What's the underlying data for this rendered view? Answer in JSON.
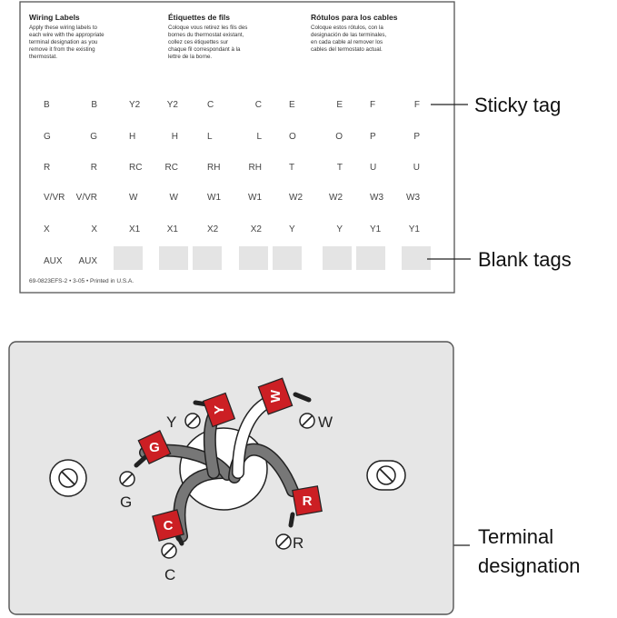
{
  "label_card": {
    "columns": [
      {
        "heading": "Wiring Labels",
        "body": [
          "Apply these wiring labels to",
          "each wire with the appropriate",
          "terminal designation as you",
          "remove it from the existing",
          "thermostat."
        ]
      },
      {
        "heading": "Étiquettes de fils",
        "body": [
          "Coloque vous retirez les fils des",
          "bornes du thermostat existant,",
          "collez ces étiquettes sur",
          "chaque fil correspondant à la",
          "lettre de la borne."
        ]
      },
      {
        "heading": "Rótulos para los cables",
        "body": [
          "Coloque estos rótulos, con la",
          "designación de las terminales,",
          "en cada cable al remover los",
          "cables del termostato actual."
        ]
      }
    ],
    "tag_rows": [
      [
        "B",
        "B",
        "Y2",
        "Y2",
        "C",
        "C",
        "E",
        "E",
        "F",
        "F"
      ],
      [
        "G",
        "G",
        "H",
        "H",
        "L",
        "L",
        "O",
        "O",
        "P",
        "P"
      ],
      [
        "R",
        "R",
        "RC",
        "RC",
        "RH",
        "RH",
        "T",
        "T",
        "U",
        "U"
      ],
      [
        "V/VR",
        "V/VR",
        "W",
        "W",
        "W1",
        "W1",
        "W2",
        "W2",
        "W3",
        "W3"
      ],
      [
        "X",
        "X",
        "X1",
        "X1",
        "X2",
        "X2",
        "Y",
        "Y",
        "Y1",
        "Y1"
      ],
      [
        "AUX",
        "AUX",
        "",
        "",
        "",
        "",
        "",
        "",
        "",
        ""
      ]
    ],
    "footer": "69-0823EFS-2  •  3-05  •  Printed in U.S.A."
  },
  "callouts": {
    "sticky_tag": "Sticky tag",
    "blank_tags": "Blank tags",
    "terminal_designation_line1": "Terminal",
    "terminal_designation_line2": "designation"
  },
  "wall_plate": {
    "wires": [
      {
        "tag": "Y",
        "terminal": "Y"
      },
      {
        "tag": "W",
        "terminal": "W"
      },
      {
        "tag": "G",
        "terminal": "G"
      },
      {
        "tag": "C",
        "terminal": "C"
      },
      {
        "tag": "R",
        "terminal": "R"
      }
    ]
  },
  "colors": {
    "tag_red": "#cc1f24",
    "plate_gray": "#e6e6e6",
    "wire_gray": "#777777",
    "blank_tag": "#e4e4e4"
  }
}
